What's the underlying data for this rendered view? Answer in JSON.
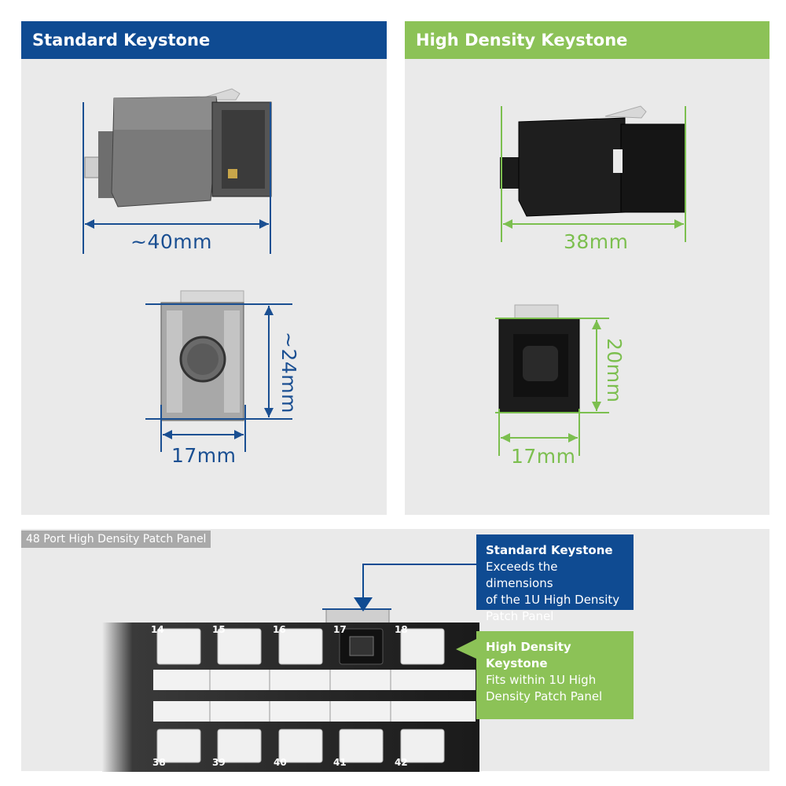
{
  "left_section": {
    "title": "Standard Keystone",
    "side_length_label": "~40mm",
    "front_height_label": "~24mm",
    "front_width_label": "17mm"
  },
  "right_section": {
    "title": "High Density Keystone",
    "side_length_label": "38mm",
    "front_height_label": "20mm",
    "front_width_label": "17mm"
  },
  "bottom_section": {
    "tag": "48 Port High Density Patch Panel",
    "callout_standard": {
      "title": "Standard Keystone",
      "line1": "Exceeds the dimensions",
      "line2": "of the 1U High Density",
      "line3": "Patch Panel"
    },
    "callout_hd": {
      "title": "High Density Keystone",
      "line1": "Fits within 1U High",
      "line2": "Density Patch Panel"
    },
    "top_ports": [
      "14",
      "15",
      "16",
      "17",
      "18"
    ],
    "bottom_ports": [
      "38",
      "39",
      "40",
      "41",
      "42"
    ]
  },
  "colors": {
    "blue": "#0f4b92",
    "green": "#8cc257",
    "panel_bg": "#eaeaea"
  }
}
